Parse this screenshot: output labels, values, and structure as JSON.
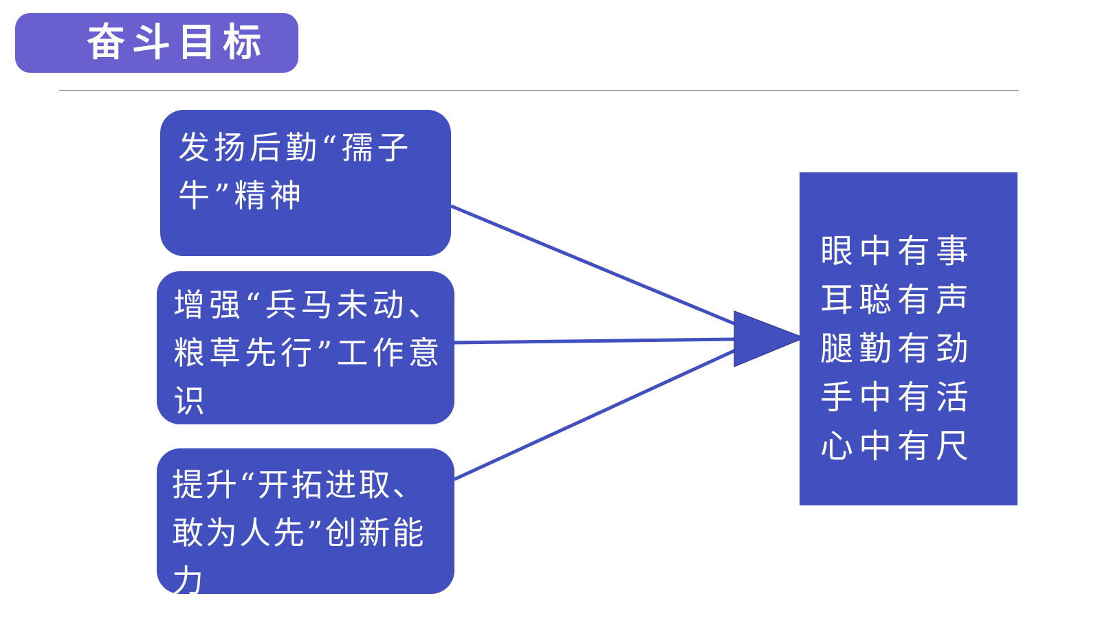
{
  "title": "奋斗目标",
  "sources": [
    {
      "text": "发扬后勤“孺子牛”精神"
    },
    {
      "text": "增强“兵马未动、粮草先行”工作意识"
    },
    {
      "text": "提升“开拓进取、敢为人先”创新能力"
    }
  ],
  "goal": {
    "lines": [
      "眼中有事",
      "耳聪有声",
      "腿勤有劲",
      "手中有活",
      "心中有尺"
    ]
  },
  "colors": {
    "title_bg": "#6a5fcf",
    "box_bg": "#414fbf",
    "arrow": "#414fbf"
  }
}
